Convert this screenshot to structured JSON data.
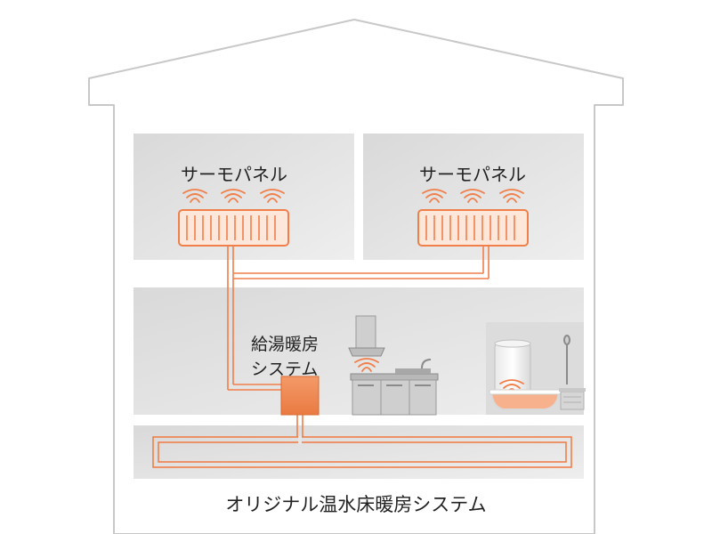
{
  "panels": {
    "left_label": "サーモパネル",
    "right_label": "サーモパネル"
  },
  "boiler": {
    "label_line1": "給湯暖房",
    "label_line2": "システム"
  },
  "caption": "オリジナル温水床暖房システム",
  "colors": {
    "house_outline": "#c8c8c8",
    "room_fill": "#e4e4e4",
    "pipe": "#f07f4a",
    "panel_fill": "#fde6da",
    "boiler": "#f08a55",
    "text": "#222222"
  },
  "icons": {
    "heat_wave": "heat-wave-icon",
    "radiator": "radiator-panel-icon",
    "boiler": "boiler-unit-icon",
    "range_hood": "range-hood-icon",
    "kitchen": "kitchen-counter-icon",
    "bathtub": "bathtub-icon",
    "shower": "shower-icon"
  }
}
